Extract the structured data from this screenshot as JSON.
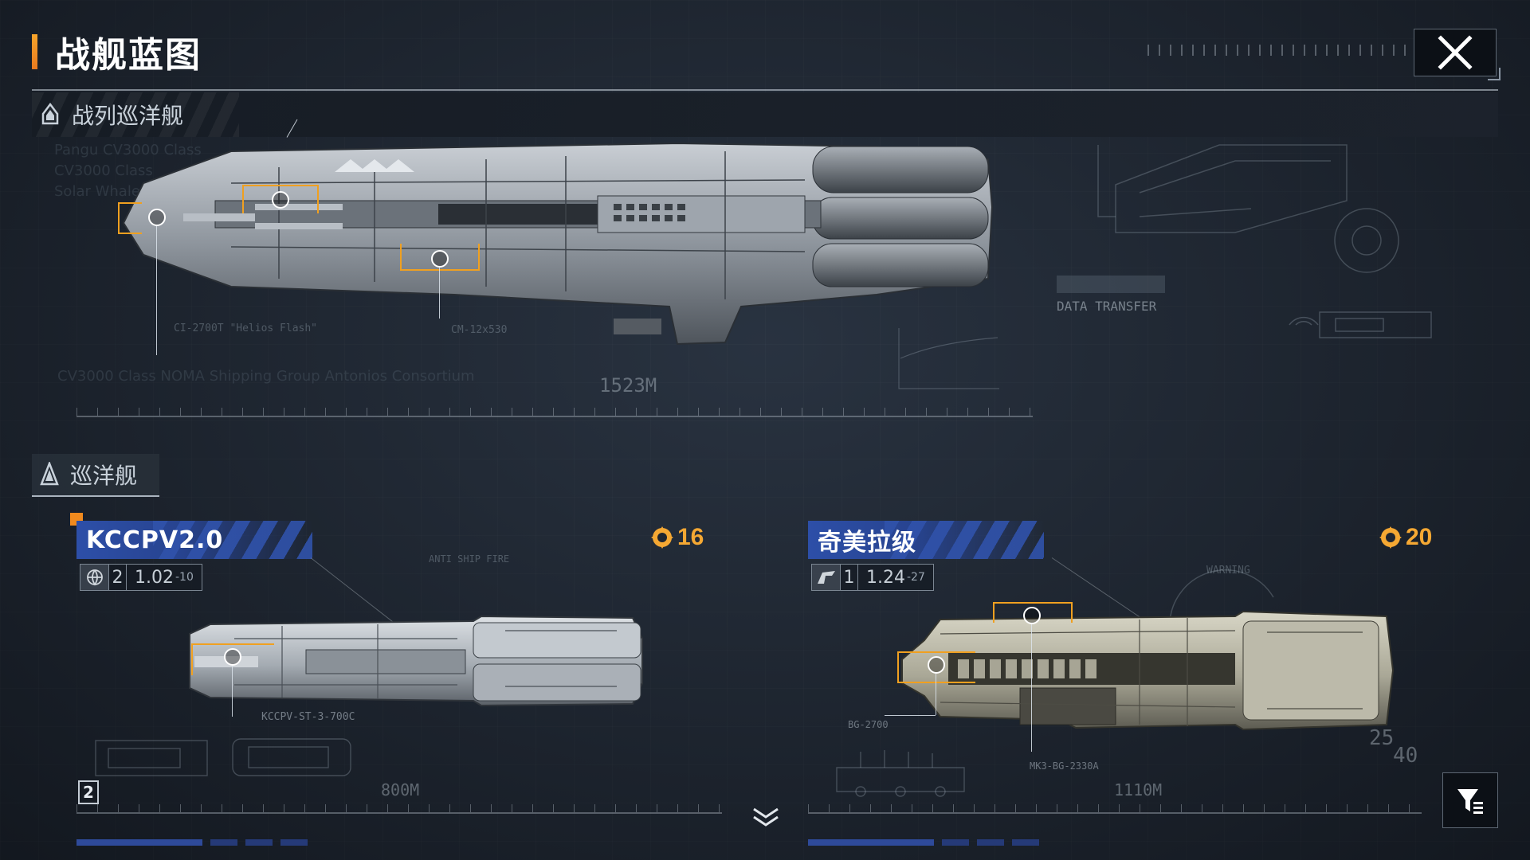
{
  "header": {
    "title": "战舰蓝图"
  },
  "sections": {
    "battlecruiser": "战列巡洋舰",
    "cruiser": "巡洋舰"
  },
  "battlecruiser_card": {
    "length": "1523M",
    "data_transfer": "DATA TRANSFER",
    "weapon_a": "CI-2700T \"Helios Flash\"",
    "weapon_b": "CM-12x530",
    "ghost_lines": [
      "Pangu CV3000 Class",
      "CV3000 Class",
      "Solar Whale",
      "CV3000 Class NOMA Shipping Group Antonios Consortium"
    ]
  },
  "cruiser_cards": [
    {
      "name": "KCCPV2.0",
      "cost": "16",
      "stat_num": "2",
      "version": "1.02",
      "version_suffix": "-10",
      "length": "800M",
      "weapon": "KCCPV-ST-3-700C",
      "note": "ANTI SHIP FIRE",
      "page": "2"
    },
    {
      "name": "奇美拉级",
      "cost": "20",
      "stat_num": "1",
      "version": "1.24",
      "version_suffix": "-27",
      "length": "1110M",
      "weapon_a": "BG-2700",
      "weapon_b": "MK3-BG-2330A",
      "note": "WARNING",
      "number_a": "25",
      "number_b": "40"
    }
  ],
  "icons": {
    "close": "close-icon",
    "filter": "filter-icon",
    "scroll_up": "chevron-up-icon",
    "scroll_down": "chevron-down-icon",
    "cost": "cost-gear-icon"
  },
  "colors": {
    "accent_orange": "#f5a833",
    "name_bar_blue": "#2d4fa8",
    "background": "#1e2530"
  }
}
